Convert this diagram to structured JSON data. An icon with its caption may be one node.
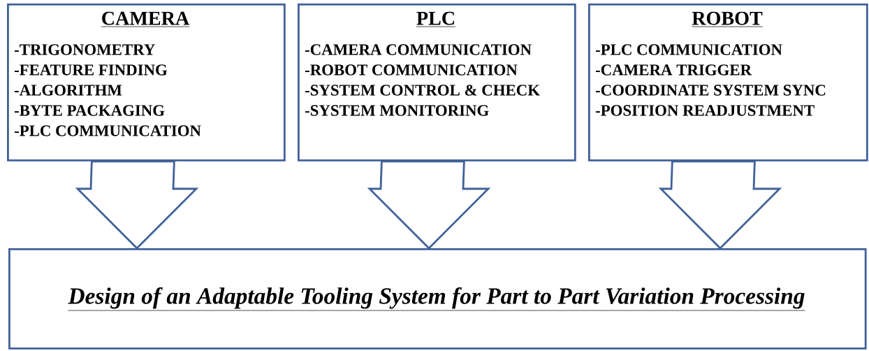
{
  "diagram": {
    "nodes": [
      {
        "text": [
          "CAMERA",
          "-TRIGONOMETRY",
          "-FEATURE FINDING",
          "-ALGORITHM",
          "-BYTE PACKAGING",
          "-PLC COMMUNICATION"
        ]
      },
      {
        "text": [
          "PLC",
          "-CAMERA COMMUNICATION",
          "-ROBOT COMMUNICATION",
          "-SYSTEM CONTROL & CHECK",
          "-SYSTEM MONITORING"
        ]
      },
      {
        "text": [
          "ROBOT",
          "-PLC COMMUNICATION",
          "-CAMERA TRIGGER",
          "-COORDINATE SYSTEM SYNC",
          "-POSITION READJUSTMENT"
        ]
      },
      {
        "text": [
          "Design of an Adaptable Tooling System for Part to Part Variation Processing"
        ]
      }
    ],
    "edges": [
      {
        "from": 0,
        "to": 3,
        "arrow": "to"
      },
      {
        "from": 1,
        "to": 3,
        "arrow": "to"
      },
      {
        "from": 2,
        "to": 3,
        "arrow": "to"
      }
    ]
  }
}
